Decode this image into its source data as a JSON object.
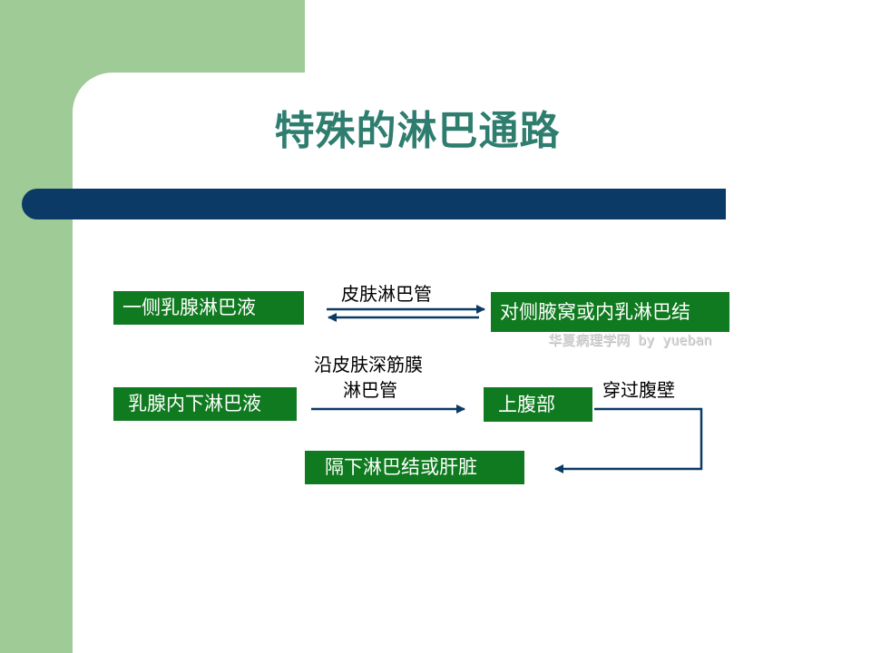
{
  "title": "特殊的淋巴通路",
  "nodes": {
    "one_side_lymph": "一侧乳腺淋巴液",
    "contralateral_node": "对侧腋窝或内乳淋巴结",
    "inner_lower_lymph": "乳腺内下淋巴液",
    "upper_abdomen": "上腹部",
    "subdiaphragm_liver": "隔下淋巴结或肝脏"
  },
  "edges": {
    "skin_lymph_vessel": "皮肤淋巴管",
    "along_fascia_line1": "沿皮肤深筋膜",
    "along_fascia_line2": "淋巴管",
    "through_abdominal_wall": "穿过腹壁"
  },
  "watermark": "华夏病理学网 by yueban",
  "colors": {
    "box_fill": "#0F7A1F",
    "arrow": "#0B3A66",
    "title": "#2E7D6F",
    "accent_bar": "#0B3A66",
    "side_green": "#9ECB96"
  }
}
